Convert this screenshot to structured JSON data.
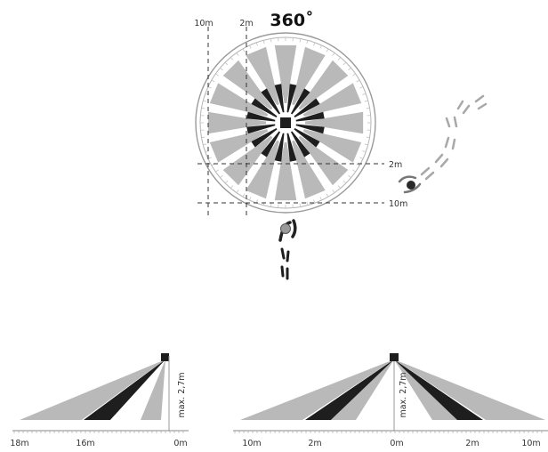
{
  "top_view": {
    "title": "360˚",
    "vertical_labels": [
      "10m",
      "2m"
    ],
    "horizontal_labels": [
      "2m",
      "10m"
    ]
  },
  "side_view_left": {
    "height_label": "max. 2,7m",
    "axis_labels": [
      "18m",
      "16m",
      "0m"
    ]
  },
  "side_view_right": {
    "height_label": "max. 2,7m",
    "axis_labels": [
      "10m",
      "2m",
      "0m",
      "2m",
      "10m"
    ]
  },
  "colors": {
    "zone_far": "#b9b9b9",
    "zone_near": "#1e1e1e",
    "guide_line": "#333333",
    "footprint": "#3a3a3a"
  }
}
